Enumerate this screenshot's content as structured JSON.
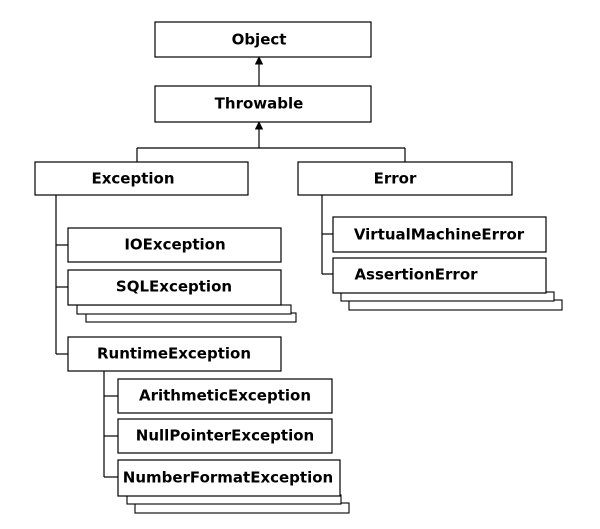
{
  "diagram": {
    "type": "class-hierarchy",
    "nodes": {
      "object": "Object",
      "throwable": "Throwable",
      "exception": "Exception",
      "error": "Error",
      "ioexception": "IOException",
      "sqlexception": "SQLException",
      "runtimeexception": "RuntimeException",
      "virtualmachineerror": "VirtualMachineError",
      "assertionerror": "AssertionError",
      "arithmeticexception": "ArithmeticException",
      "nullpointerexception": "NullPointerException",
      "numberformatexception": "NumberFormatException"
    },
    "edges": [
      {
        "from": "throwable",
        "to": "object"
      },
      {
        "from": "exception",
        "to": "throwable"
      },
      {
        "from": "error",
        "to": "throwable"
      },
      {
        "from": "ioexception",
        "to": "exception"
      },
      {
        "from": "sqlexception",
        "to": "exception"
      },
      {
        "from": "runtimeexception",
        "to": "exception"
      },
      {
        "from": "virtualmachineerror",
        "to": "error"
      },
      {
        "from": "assertionerror",
        "to": "error"
      },
      {
        "from": "arithmeticexception",
        "to": "runtimeexception"
      },
      {
        "from": "nullpointerexception",
        "to": "runtimeexception"
      },
      {
        "from": "numberformatexception",
        "to": "runtimeexception"
      }
    ]
  }
}
